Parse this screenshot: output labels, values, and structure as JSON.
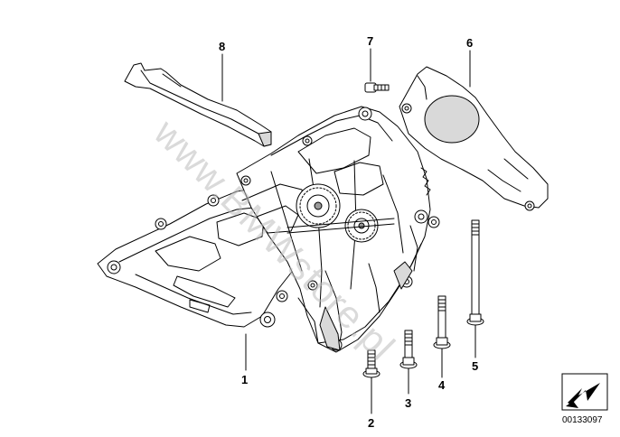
{
  "diagram": {
    "callouts": [
      {
        "id": "1",
        "label": "1"
      },
      {
        "id": "2",
        "label": "2"
      },
      {
        "id": "3",
        "label": "3"
      },
      {
        "id": "4",
        "label": "4"
      },
      {
        "id": "5",
        "label": "5"
      },
      {
        "id": "6",
        "label": "6"
      },
      {
        "id": "7",
        "label": "7"
      },
      {
        "id": "8",
        "label": "8"
      }
    ],
    "watermark": "www.BMWstore.pl",
    "part_code": "00133097",
    "icons": {
      "direction_badge": "arrow-down-left-icon"
    },
    "colors": {
      "line": "#000000",
      "background": "#ffffff",
      "watermark": "#bdbdbd"
    }
  }
}
